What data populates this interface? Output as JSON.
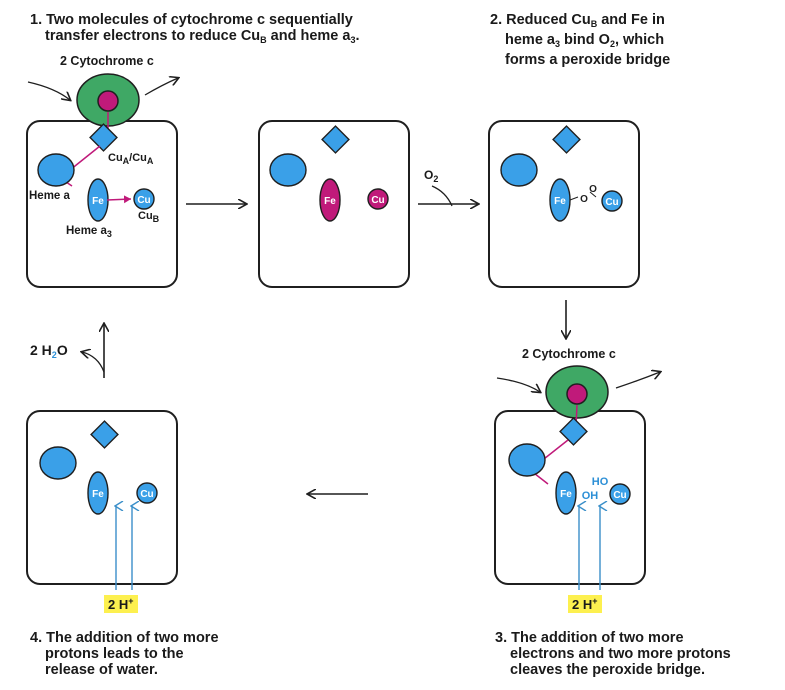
{
  "colors": {
    "blue": "#3aa0e8",
    "magenta": "#c01a7a",
    "green": "#3fa865",
    "badge_yellow": "#fdf04f",
    "stroke": "#1f1f1f",
    "accent_text": "#2c8fd6"
  },
  "step1": {
    "num": "1.",
    "line1": "Two molecules of cytochrome c sequentially",
    "line2a": "transfer electrons to reduce Cu",
    "line2_sub": "B",
    "line2b": " and heme a",
    "line2_sub2": "3",
    "line2c": ".",
    "cytochrome_label": "2 Cytochrome c"
  },
  "step2": {
    "num": "2.",
    "line1a": "Reduced Cu",
    "line1_sub": "B",
    "line1b": " and Fe in",
    "line2a": "heme a",
    "line2_sub": "3",
    "line2b": " bind O",
    "line2_sub2": "2",
    "line2c": ", which",
    "line3": "forms a peroxide bridge"
  },
  "step3": {
    "num": "3.",
    "line1": "The addition of two more",
    "line2": "electrons and two more protons",
    "line3": "cleaves the peroxide bridge.",
    "cytochrome_label": "2 Cytochrome c"
  },
  "step4": {
    "num": "4.",
    "line1": "The addition of two more",
    "line2": "protons leads to the",
    "line3": "release of water."
  },
  "labels": {
    "cua": "Cu",
    "cua_sub": "A",
    "cua_sep": "/Cu",
    "cua_sub2": "A",
    "heme_a": "Heme a",
    "heme_a3": "Heme a",
    "heme_a3_sub": "3",
    "cub": "Cu",
    "cub_sub": "B",
    "fe": "Fe",
    "cu": "Cu",
    "o2": "O",
    "o2_sub": "2",
    "o": "O",
    "oh": "OH",
    "ho": "HO",
    "protons": "2 H",
    "protons_sup": "+",
    "water_a": "2 H",
    "water_sub": "2",
    "water_b": "O"
  }
}
